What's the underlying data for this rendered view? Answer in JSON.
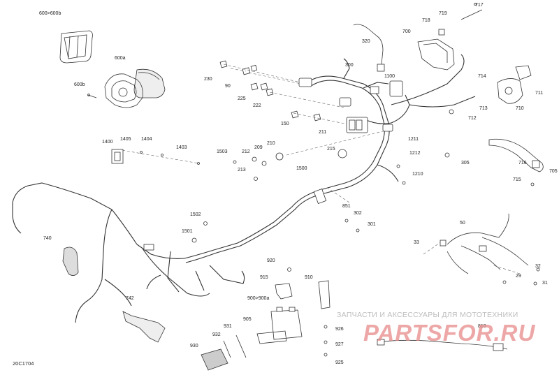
{
  "diagram_code": "20C1704",
  "watermark": {
    "line1": "ЗАПЧАСТИ И АКСЕССУАРЫ ДЛЯ МОТОТЕХНИКИ",
    "line2": "PARTSFOR.RU"
  },
  "callouts": [
    {
      "id": "c600-600b",
      "text": "600>600b"
    },
    {
      "id": "c600a",
      "text": "600a"
    },
    {
      "id": "c600b",
      "text": "600b"
    },
    {
      "id": "c230",
      "text": "230"
    },
    {
      "id": "c90",
      "text": "90"
    },
    {
      "id": "c225",
      "text": "225"
    },
    {
      "id": "c222",
      "text": "222"
    },
    {
      "id": "c300",
      "text": "300"
    },
    {
      "id": "c320",
      "text": "320"
    },
    {
      "id": "c1100",
      "text": "1100"
    },
    {
      "id": "c700",
      "text": "700"
    },
    {
      "id": "c718",
      "text": "718"
    },
    {
      "id": "c719",
      "text": "719"
    },
    {
      "id": "c717",
      "text": "717"
    },
    {
      "id": "c714",
      "text": "714"
    },
    {
      "id": "c711",
      "text": "711"
    },
    {
      "id": "c713",
      "text": "713"
    },
    {
      "id": "c710",
      "text": "710"
    },
    {
      "id": "c712",
      "text": "712"
    },
    {
      "id": "c150",
      "text": "150"
    },
    {
      "id": "c211",
      "text": "211"
    },
    {
      "id": "c1211",
      "text": "1211"
    },
    {
      "id": "c1212",
      "text": "1212"
    },
    {
      "id": "c1210",
      "text": "1210"
    },
    {
      "id": "c305",
      "text": "305"
    },
    {
      "id": "c716",
      "text": "716"
    },
    {
      "id": "c705",
      "text": "705"
    },
    {
      "id": "c715",
      "text": "715"
    },
    {
      "id": "c1400",
      "text": "1400"
    },
    {
      "id": "c1405",
      "text": "1405"
    },
    {
      "id": "c1404",
      "text": "1404"
    },
    {
      "id": "c1403",
      "text": "1403"
    },
    {
      "id": "c1503",
      "text": "1503"
    },
    {
      "id": "c212",
      "text": "212"
    },
    {
      "id": "c209",
      "text": "209"
    },
    {
      "id": "c210",
      "text": "210"
    },
    {
      "id": "c213",
      "text": "213"
    },
    {
      "id": "c215",
      "text": "215"
    },
    {
      "id": "c1500",
      "text": "1500"
    },
    {
      "id": "c851",
      "text": "851"
    },
    {
      "id": "c302",
      "text": "302"
    },
    {
      "id": "c301",
      "text": "301"
    },
    {
      "id": "c1502",
      "text": "1502"
    },
    {
      "id": "c1501",
      "text": "1501"
    },
    {
      "id": "c740",
      "text": "740"
    },
    {
      "id": "c50",
      "text": "50"
    },
    {
      "id": "c33",
      "text": "33"
    },
    {
      "id": "c32",
      "text": "32"
    },
    {
      "id": "c29",
      "text": "29"
    },
    {
      "id": "c31",
      "text": "31"
    },
    {
      "id": "c920",
      "text": "920"
    },
    {
      "id": "c915",
      "text": "915"
    },
    {
      "id": "c910",
      "text": "910"
    },
    {
      "id": "c900-900a",
      "text": "900>900a"
    },
    {
      "id": "c742",
      "text": "742"
    },
    {
      "id": "c905",
      "text": "905"
    },
    {
      "id": "c931",
      "text": "931"
    },
    {
      "id": "c932",
      "text": "932"
    },
    {
      "id": "c930",
      "text": "930"
    },
    {
      "id": "c926",
      "text": "926"
    },
    {
      "id": "c927",
      "text": "927"
    },
    {
      "id": "c925",
      "text": "925"
    },
    {
      "id": "c810",
      "text": "810"
    }
  ]
}
